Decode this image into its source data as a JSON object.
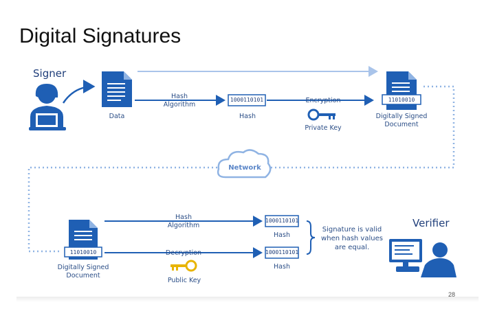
{
  "slide": {
    "title": "Digital Signatures",
    "page_number": "28"
  },
  "diagram": {
    "roles": {
      "signer": "Signer",
      "verifier": "Verifier"
    },
    "signer_flow": {
      "data_label": "Data",
      "hash_algorithm_label": "Hash\nAlgorithm",
      "hash_box_value": "1000110101",
      "hash_label": "Hash",
      "encryption_label": "Encryption",
      "private_key_label": "Private Key",
      "signed_doc_label": "Digitally Signed\nDocument",
      "signed_doc_bits": "11010010"
    },
    "network_label": "Network",
    "verifier_flow": {
      "signed_doc_bits": "11010010",
      "signed_doc_label": "Digitally Signed\nDocument",
      "hash_algorithm_label": "Hash\nAlgorithm",
      "decryption_label": "Decryption",
      "public_key_label": "Public Key",
      "hash_box_top_value": "1000110101",
      "hash_top_label": "Hash",
      "hash_box_bottom_value": "1000110101",
      "hash_bottom_label": "Hash",
      "validation_note": "Signature is valid\nwhen hash values\nare equal."
    },
    "colors": {
      "primary": "#1f5fb4",
      "light": "#8fb3e3",
      "key_private": "#1f5fb4",
      "key_public": "#e8b400"
    }
  }
}
